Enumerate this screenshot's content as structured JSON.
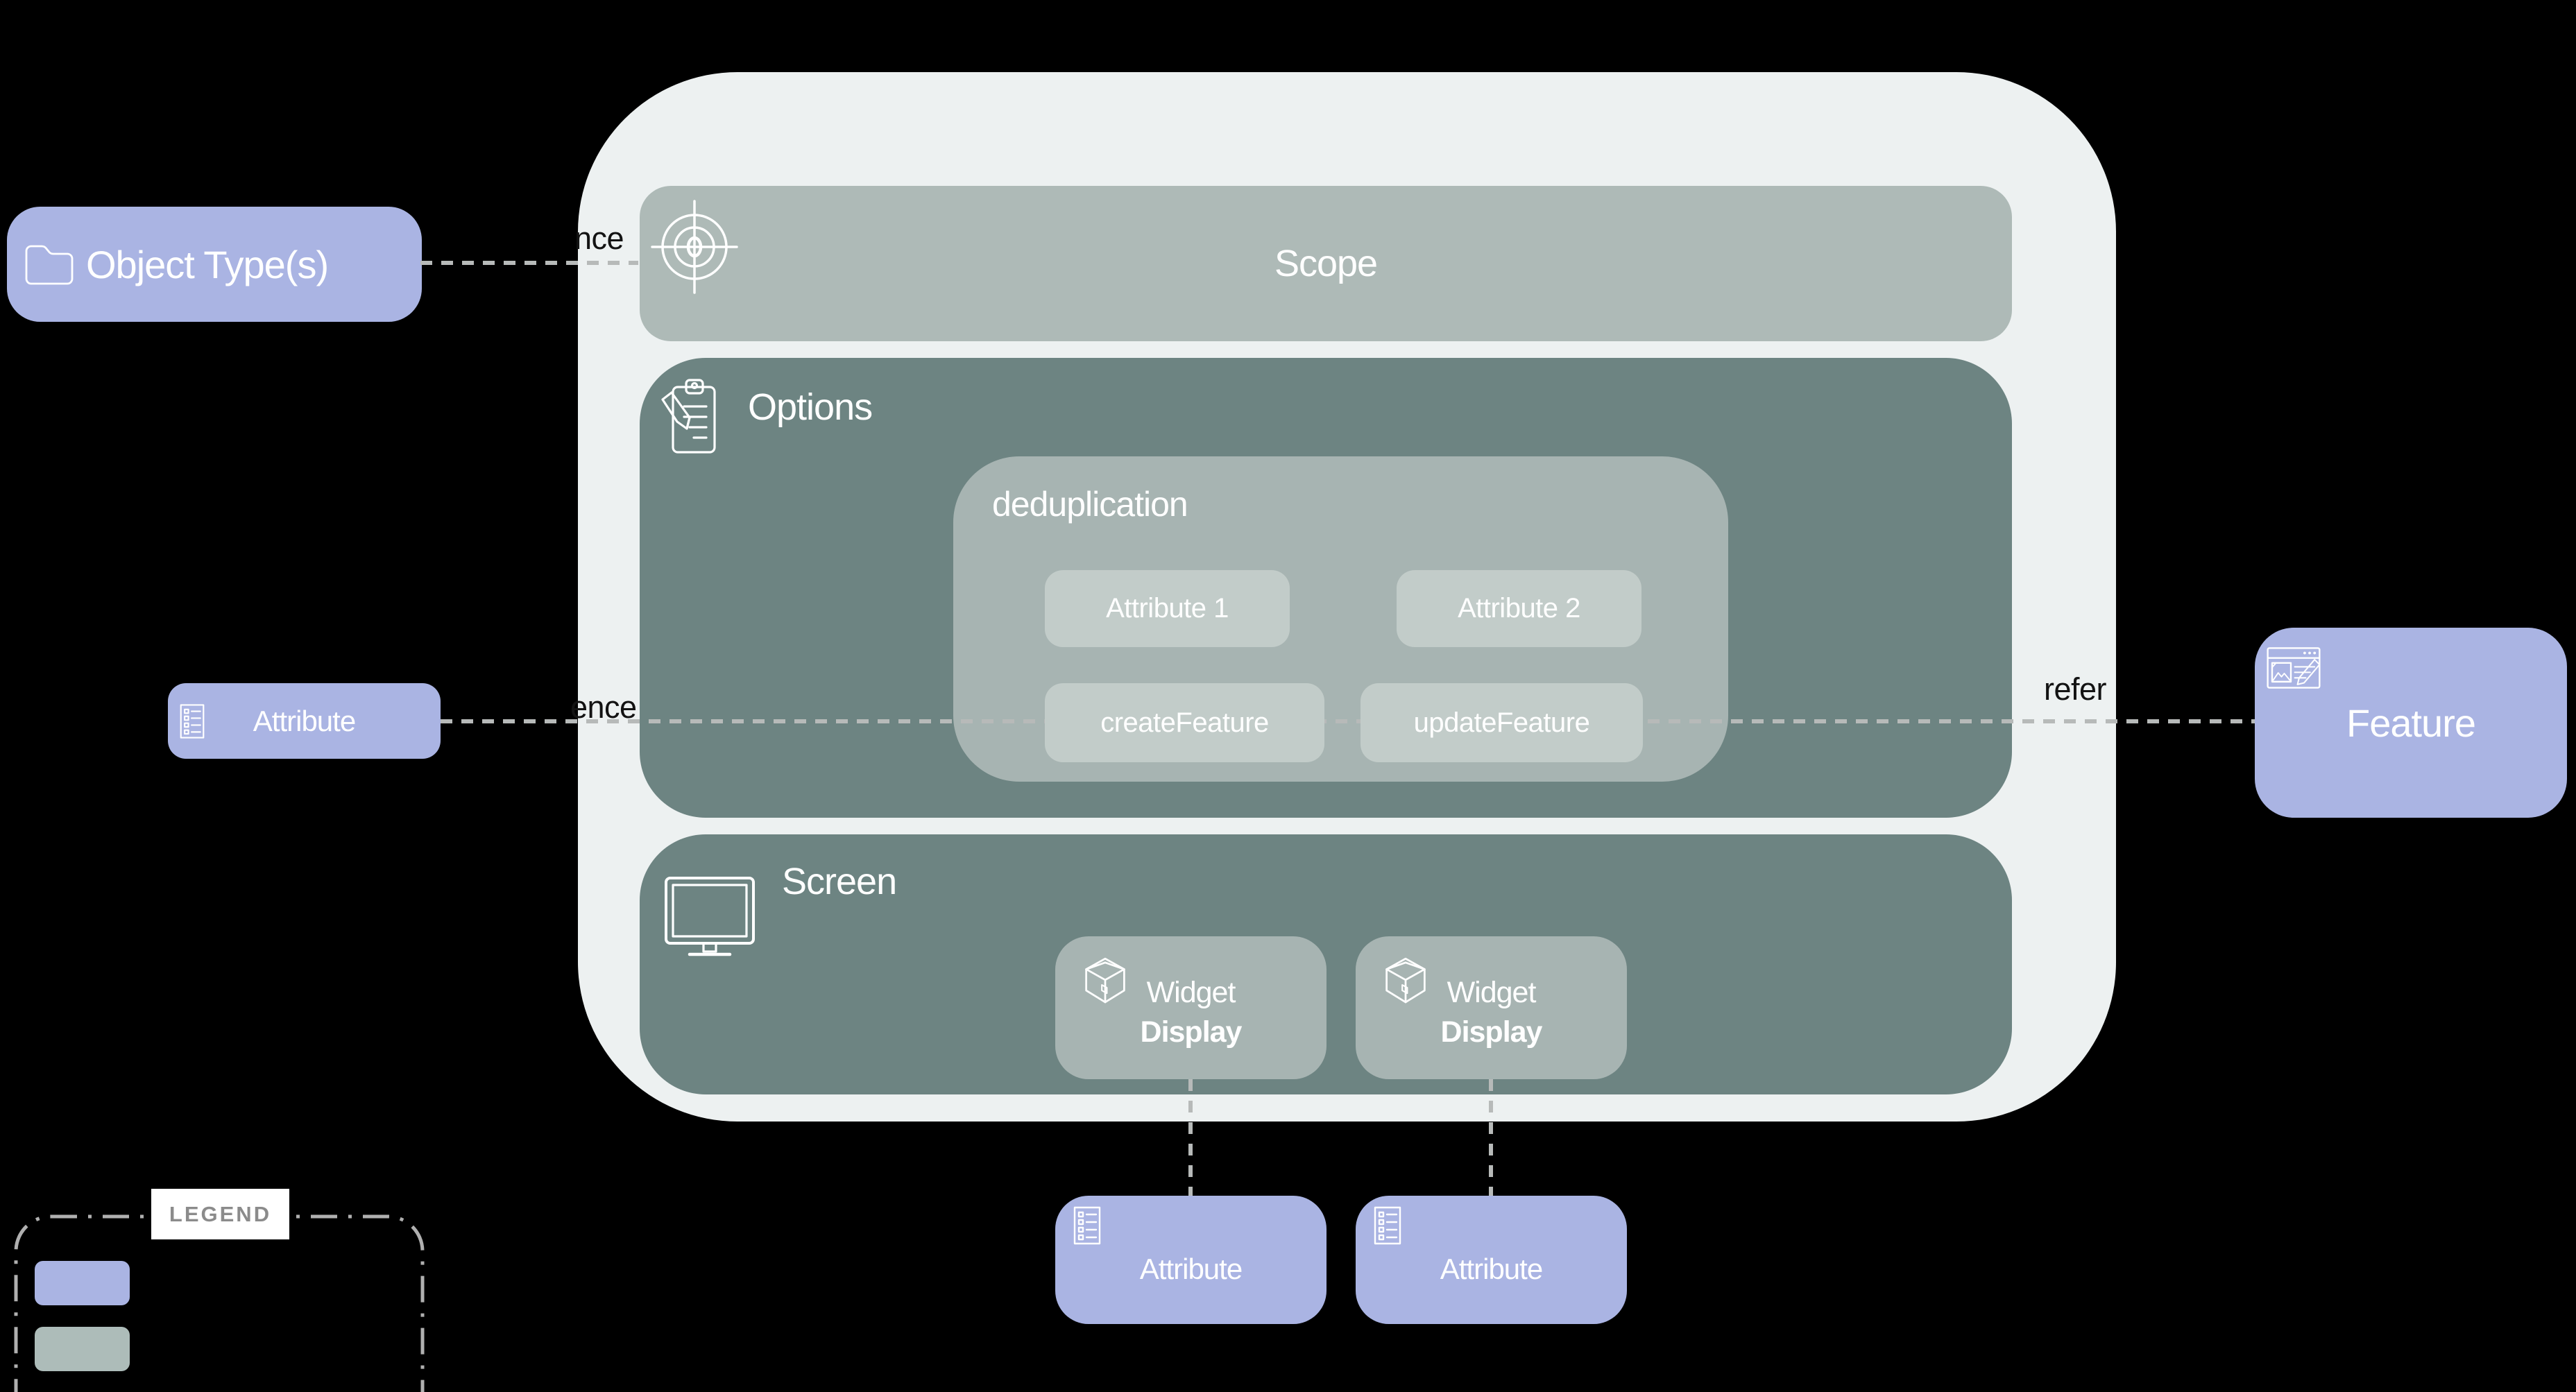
{
  "entities": {
    "object_type": {
      "label": "Object Type(s)",
      "icon": "folder-icon"
    },
    "attribute_left": {
      "label": "Attribute",
      "icon": "list-icon"
    },
    "feature": {
      "label": "Feature",
      "icon": "feature-form-icon"
    },
    "attribute_bottom_1": {
      "label": "Attribute",
      "icon": "list-icon"
    },
    "attribute_bottom_2": {
      "label": "Attribute",
      "icon": "list-icon"
    }
  },
  "sections": {
    "scope": {
      "label": "Scope",
      "icon": "target-icon"
    },
    "options": {
      "label": "Options",
      "icon": "clipboard-pencil-icon"
    },
    "screen": {
      "label": "Screen",
      "icon": "monitor-icon"
    }
  },
  "deduplication": {
    "label": "deduplication",
    "chips": [
      "Attribute 1",
      "Attribute 2",
      "createFeature",
      "updateFeature"
    ]
  },
  "widgets": [
    {
      "title": "Widget",
      "subtitle": "Display",
      "icon": "package-icon"
    },
    {
      "title": "Widget",
      "subtitle": "Display",
      "icon": "package-icon"
    }
  ],
  "connector_labels": {
    "top": "nce",
    "middle": "ence",
    "right": "refer"
  },
  "legend": {
    "title": "LEGEND",
    "swatches": [
      {
        "name": "entity-color",
        "color": "#aab4e3"
      },
      {
        "name": "section-color",
        "color": "#adbcb9"
      }
    ]
  },
  "colors": {
    "background": "#000000",
    "container": "#edf1f1",
    "scope_bar": "#aebab7",
    "section": "#6d8482",
    "subgroup": "#a7b4b2",
    "chip": "#c2ccc9",
    "entity": "#aab4e3",
    "connector": "#b7bab9",
    "connector_label_text": "#131313",
    "legend_border": "#b0b0b0",
    "legend_text": "#8b8b8b"
  }
}
